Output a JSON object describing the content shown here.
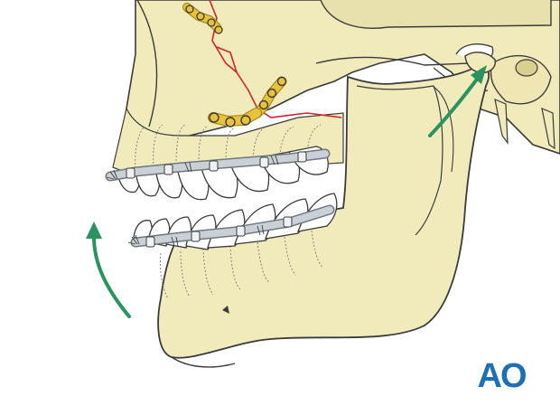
{
  "colors": {
    "bone": "#f1ebbc",
    "bone_shadow": "#e0d79b",
    "outline": "#3b3b3b",
    "fracture_line": "#d2232a",
    "plate": "#e8c23a",
    "arrow": "#2a9360",
    "logo": "#1f6fb4",
    "wire_bar": "#c9d0d6"
  },
  "logo": {
    "text": "AO"
  },
  "elements": {
    "skull": "skull-illustration",
    "mandible": "mandible",
    "plates": [
      "upper-orbital-plate",
      "zygomatic-plate",
      "maxillary-plate"
    ],
    "arch_bars": [
      "upper-arch-bar",
      "lower-arch-bar"
    ],
    "arrows": [
      "condyle-rotation-arrow",
      "mandible-closing-arrow"
    ]
  }
}
